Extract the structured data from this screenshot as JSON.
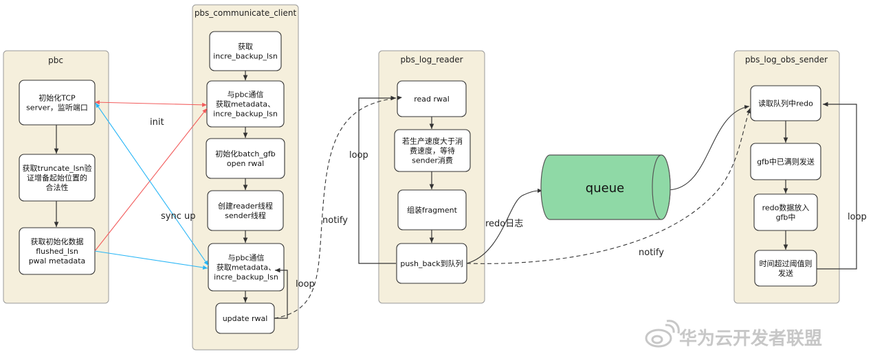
{
  "lanes": {
    "pbc": "pbc",
    "client": "pbs_communicate_client",
    "reader": "pbs_log_reader",
    "sender": "pbs_log_obs_sender"
  },
  "pbc_steps": [
    [
      "初始化TCP",
      "server，监听端口"
    ],
    [
      "获取truncate_lsn验",
      "证增备起始位置的",
      "合法性"
    ],
    [
      "获取初始化数据",
      "flushed_lsn",
      "pwal metadata"
    ]
  ],
  "client_steps": [
    [
      "获取",
      "incre_backup_lsn"
    ],
    [
      "与pbc通信",
      "获取metadata、",
      "incre_backup_lsn"
    ],
    [
      "初始化batch_gfb",
      "open rwal"
    ],
    [
      "创建reader线程",
      "sender线程"
    ],
    [
      "与pbc通信",
      "获取metadata、",
      "incre_backup_lsn"
    ],
    [
      "update rwal"
    ]
  ],
  "reader_steps": [
    [
      "read rwal"
    ],
    [
      "若生产速度大于消",
      "费速度，等待",
      "sender消费"
    ],
    [
      "组装fragment"
    ],
    [
      "push_back到队列"
    ]
  ],
  "sender_steps": [
    [
      "读取队列中redo"
    ],
    [
      "gfb中已满则发送"
    ],
    [
      "redo数据放入",
      "gfb中"
    ],
    [
      "时间超过阈值则",
      "发送"
    ]
  ],
  "queue_label": "queue",
  "labels": {
    "init": "init",
    "sync_up": "sync up",
    "loop_client": "loop",
    "loop_reader": "loop",
    "loop_sender": "loop",
    "notify_left": "notify",
    "notify_right": "notify",
    "redo_log": "redo日志"
  },
  "watermark": {
    "text": "华为云开发者联盟"
  },
  "colors": {
    "lane_fill": "#f5efdc",
    "box_fill": "#ffffff",
    "queue_fill": "#8fd9a6",
    "red_line": "#f25b5b",
    "blue_line": "#29b6f6"
  }
}
